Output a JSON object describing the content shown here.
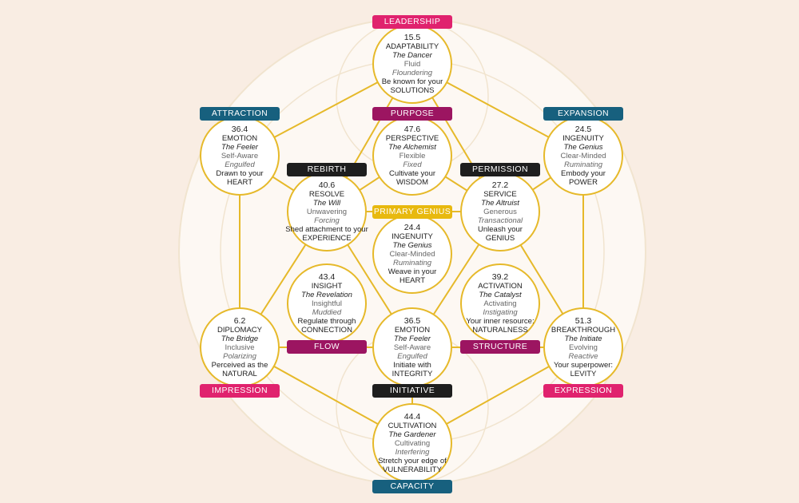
{
  "colors": {
    "gold": "#e6b92a",
    "pink": "#e0226e",
    "purple": "#9c1561",
    "blue": "#17607e",
    "black": "#1e1e1e",
    "genius": "#e8b90f"
  },
  "nodes": [
    {
      "id": "leadership",
      "label": "LEADERSHIP",
      "label_color": "pink",
      "label_pos": "top",
      "score": "15.5",
      "name": "ADAPTABILITY",
      "archetype": "The Dancer",
      "gift": "Fluid",
      "shadow": "Floundering",
      "lead": "Be known for your",
      "key": "SOLUTIONS"
    },
    {
      "id": "attraction",
      "label": "ATTRACTION",
      "label_color": "blue",
      "label_pos": "top",
      "score": "36.4",
      "name": "EMOTION",
      "archetype": "The Feeler",
      "gift": "Self-Aware",
      "shadow": "Engulfed",
      "lead": "Drawn to your",
      "key": "HEART"
    },
    {
      "id": "purpose",
      "label": "PURPOSE",
      "label_color": "purple",
      "label_pos": "top",
      "score": "47.6",
      "name": "PERSPECTIVE",
      "archetype": "The Alchemist",
      "gift": "Flexible",
      "shadow": "Fixed",
      "lead": "Cultivate your",
      "key": "WISDOM"
    },
    {
      "id": "expansion",
      "label": "EXPANSION",
      "label_color": "blue",
      "label_pos": "top",
      "score": "24.5",
      "name": "INGENUITY",
      "archetype": "The Genius",
      "gift": "Clear-Minded",
      "shadow": "Ruminating",
      "lead": "Embody your",
      "key": "POWER"
    },
    {
      "id": "rebirth",
      "label": "REBIRTH",
      "label_color": "black",
      "label_pos": "top",
      "score": "40.6",
      "name": "RESOLVE",
      "archetype": "The Will",
      "gift": "Unwavering",
      "shadow": "Forcing",
      "lead": "Shed attachment to your",
      "key": "EXPERIENCE"
    },
    {
      "id": "permission",
      "label": "PERMISSION",
      "label_color": "black",
      "label_pos": "top",
      "score": "27.2",
      "name": "SERVICE",
      "archetype": "The Altruist",
      "gift": "Generous",
      "shadow": "Transactional",
      "lead": "Unleash your",
      "key": "GENIUS"
    },
    {
      "id": "primary",
      "label": "PRIMARY GENIUS",
      "label_color": "genius",
      "label_pos": "top",
      "score": "24.4",
      "name": "INGENUITY",
      "archetype": "The Genius",
      "gift": "Clear-Minded",
      "shadow": "Ruminating",
      "lead": "Weave in your",
      "key": "HEART"
    },
    {
      "id": "flow",
      "label": "FLOW",
      "label_color": "purple",
      "label_pos": "bottom",
      "score": "43.4",
      "name": "INSIGHT",
      "archetype": "The Revelation",
      "gift": "Insightful",
      "shadow": "Muddied",
      "lead": "Regulate through",
      "key": "CONNECTION"
    },
    {
      "id": "structure",
      "label": "STRUCTURE",
      "label_color": "purple",
      "label_pos": "bottom",
      "score": "39.2",
      "name": "ACTIVATION",
      "archetype": "The Catalyst",
      "gift": "Activating",
      "shadow": "Instigating",
      "lead": "Your inner resource:",
      "key": "NATURALNESS"
    },
    {
      "id": "impression",
      "label": "IMPRESSION",
      "label_color": "pink",
      "label_pos": "bottom",
      "score": "6.2",
      "name": "DIPLOMACY",
      "archetype": "The Bridge",
      "gift": "Inclusive",
      "shadow": "Polarizing",
      "lead": "Perceived as the",
      "key": "NATURAL"
    },
    {
      "id": "initiative",
      "label": "INITIATIVE",
      "label_color": "black",
      "label_pos": "bottom",
      "score": "36.5",
      "name": "EMOTION",
      "archetype": "The Feeler",
      "gift": "Self-Aware",
      "shadow": "Engulfed",
      "lead": "Initiate with",
      "key": "INTEGRITY"
    },
    {
      "id": "expression",
      "label": "EXPRESSION",
      "label_color": "pink",
      "label_pos": "bottom",
      "score": "51.3",
      "name": "BREAKTHROUGH",
      "archetype": "The Initiate",
      "gift": "Evolving",
      "shadow": "Reactive",
      "lead": "Your superpower:",
      "key": "LEVITY"
    },
    {
      "id": "capacity",
      "label": "CAPACITY",
      "label_color": "blue",
      "label_pos": "bottom",
      "score": "44.4",
      "name": "CULTIVATION",
      "archetype": "The Gardener",
      "gift": "Cultivating",
      "shadow": "Interfering",
      "lead": "Stretch your edge of",
      "key": "VULNERABILITY"
    }
  ]
}
